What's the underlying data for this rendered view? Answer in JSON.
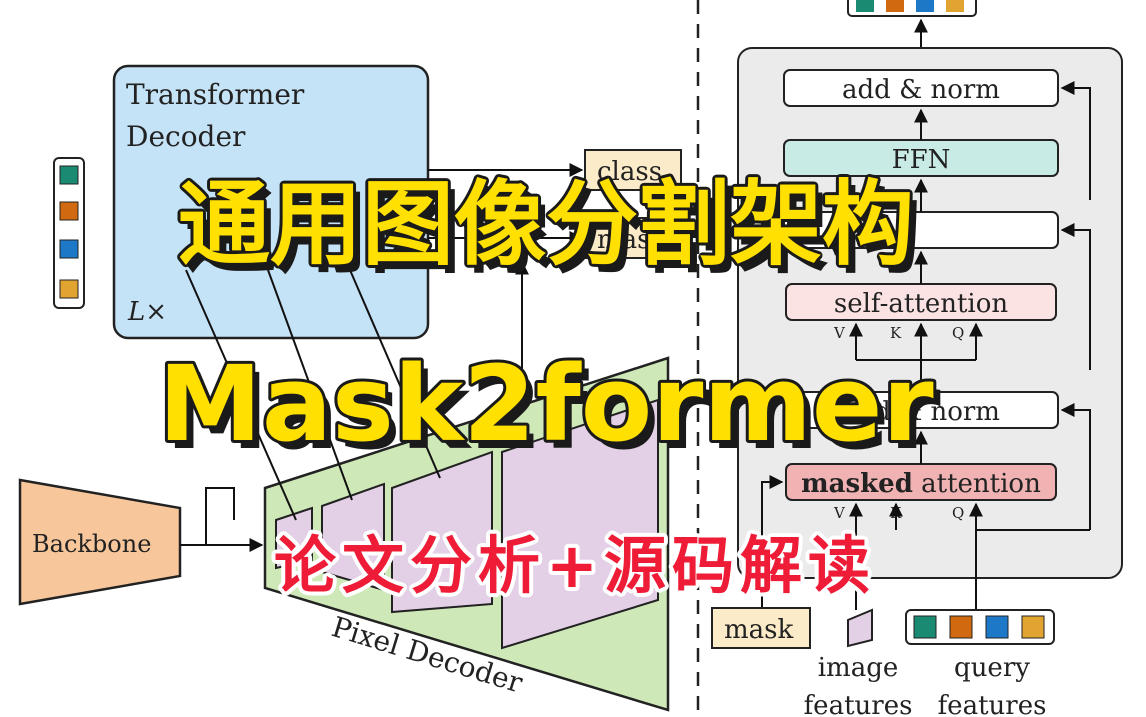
{
  "left_diagram": {
    "transformer_decoder_label_line1": "Transformer",
    "transformer_decoder_label_line2": "Decoder",
    "repeat_label": "L×",
    "class_label": "class",
    "mask_label": "mask",
    "backbone_label": "Backbone",
    "pixel_decoder_label": "Pixel Decoder"
  },
  "right_diagram": {
    "add_norm_top": "add & norm",
    "ffn": "FFN",
    "self_attention": "self-attention",
    "add_norm_bottom": "add & norm",
    "masked_bold": "masked",
    "masked_rest": " attention",
    "vkq_v": "V",
    "vkq_k": "K",
    "vkq_q": "Q",
    "mask_input": "mask",
    "image_features_line1": "image",
    "image_features_line2": "features",
    "query_features_line1": "query",
    "query_features_line2": "features"
  },
  "overlay": {
    "title_line1": "通用图像分割架构",
    "title_line2": "Mask2former",
    "subtitle": "论文分析+源码解读"
  },
  "colors": {
    "decoder_fill": "#c5e3f7",
    "ffn_fill": "#c8ebe6",
    "self_attn_fill": "#fbe3e3",
    "masked_attn_fill": "#f0b2b2",
    "backbone_fill": "#f7c79b",
    "pixel_decoder_fill": "#cfe8b8",
    "feature_fill": "#e3cfe6",
    "class_fill": "#fcebc8",
    "panel_fill": "#ebebeb",
    "title_yellow": "#ffe000",
    "subtitle_red": "#ee1c36",
    "query_green": "#1a8a73",
    "query_orange": "#d0690f",
    "query_blue": "#1e78c8",
    "query_gold": "#e2a431"
  }
}
